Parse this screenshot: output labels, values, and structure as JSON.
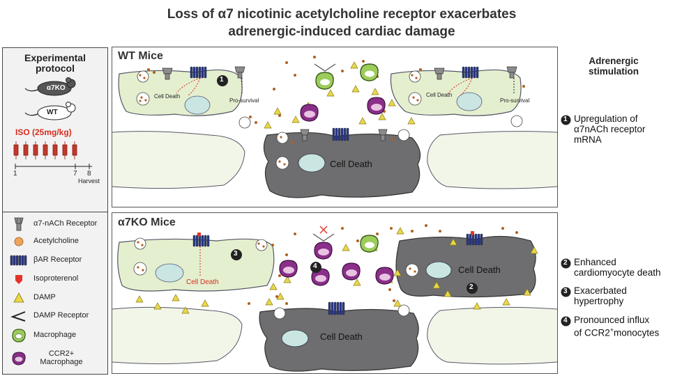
{
  "title": {
    "line1": "Loss of α7 nicotinic acetylcholine receptor exacerbates",
    "line2": "adrenergic-induced cardiac damage"
  },
  "protocol": {
    "heading1": "Experimental",
    "heading2": "protocol",
    "mouse_ko": "α7KO",
    "mouse_wt": "WT",
    "dose": "ISO (25mg/kg)",
    "timeline": {
      "start": "1",
      "mid": "7",
      "end": "8",
      "harvest": "Harvest"
    }
  },
  "legend": {
    "items": [
      {
        "icon": "a7-receptor-icon",
        "label": "α7-nACh Receptor"
      },
      {
        "icon": "acetylcholine-icon",
        "label": "Acetylcholine"
      },
      {
        "icon": "beta-ar-receptor-icon",
        "label": "βAR Receptor"
      },
      {
        "icon": "isoproterenol-icon",
        "label": "Isoproterenol"
      },
      {
        "icon": "damp-icon",
        "label": "DAMP"
      },
      {
        "icon": "damp-receptor-icon",
        "label": "DAMP Receptor"
      },
      {
        "icon": "macrophage-icon",
        "label": "Macrophage"
      },
      {
        "icon": "ccr2-macrophage-icon",
        "label": "CCR2+",
        "label2": "Macrophage"
      }
    ]
  },
  "wt_panel": {
    "label": "WT Mice",
    "cell_death_small": "Cell Death",
    "pro_survival": "Pro-survival",
    "cell_death_large": "Cell Death",
    "marker": "1"
  },
  "ko_panel": {
    "label": "α7KO Mice",
    "cell_death_red": "Cell Death",
    "cell_death_right": "Cell Death",
    "cell_death_bottom": "Cell Death",
    "marker3": "3",
    "marker4": "4",
    "marker2": "2"
  },
  "side": {
    "heading1": "Adrenergic",
    "heading2": "stimulation",
    "notes": [
      {
        "num": "1",
        "line1": "Upregulation of",
        "line2": "α7nACh receptor",
        "line3": "mRNA"
      },
      {
        "num": "2",
        "line1": "Enhanced",
        "line2": "cardiomyocyte death"
      },
      {
        "num": "3",
        "line1": "Exacerbated",
        "line2": "hypertrophy"
      },
      {
        "num": "4",
        "line1": "Pronounced influx",
        "line2": "of CCR2",
        "sup": "+",
        "line2b": "monocytes"
      }
    ]
  },
  "colors": {
    "cell_green": "#e4efcf",
    "cell_gray": "#6e6e70",
    "receptor_blue": "#2b3a8c",
    "macrophage_green": "#9ccc5a",
    "ccr2_purple": "#8a2f8a",
    "damp_yellow": "#e8d84a",
    "iso_red": "#e2352a",
    "ach_orange": "#f0a45a",
    "nucleus": "#c9e6e2"
  }
}
